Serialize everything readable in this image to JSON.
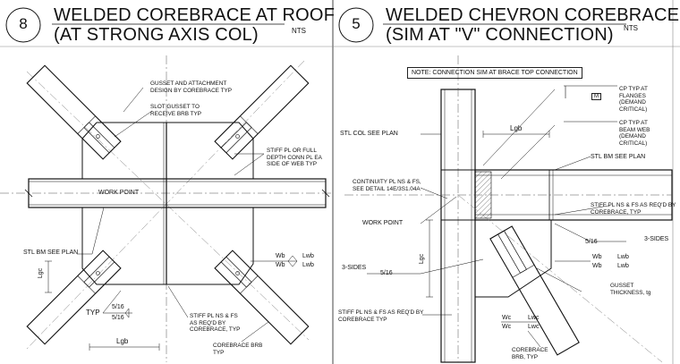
{
  "left": {
    "number": "8",
    "title_line1": "WELDED COREBRACE AT ROOF",
    "title_line2": "(AT STRONG AXIS COL)",
    "scale": "NTS",
    "labels": {
      "gusset_design": "GUSSET AND ATTACHMENT\nDESIGN BY COREBRACE TYP",
      "slot_gusset": "SLOT GUSSET TO\nRECEIVE BRB TYP",
      "stiff_pl": "STIFF PL OR FULL\nDEPTH CONN PL EA\nSIDE OF WEB TYP",
      "work_point": "WORK POINT",
      "stl_bm": "STL BM SEE PLAN",
      "lgc": "Lgc",
      "typ": "TYP",
      "weld_top": "5/16",
      "weld_bottom": "5/16",
      "lgb": "Lgb",
      "stiff_pl_ns": "STIFF PL NS & FS\nAS REQ'D BY\nCOREBRACE, TYP",
      "corebrace_brb": "COREBRACE BRB\nTYP",
      "wb1": "Wb",
      "lwb1": "Lwb",
      "wb2": "Wb",
      "lwb2": "Lwb"
    }
  },
  "right": {
    "number": "5",
    "title_line1": "WELDED CHEVRON COREBRACE",
    "title_line2": "(SIM AT \"V\" CONNECTION)",
    "scale": "NTS",
    "note": "NOTE: CONNECTION SIM AT BRACE TOP CONNECTION",
    "labels": {
      "cp_flanges": "CP TYP AT\nFLANGES\n(DEMAND\nCRITICAL)",
      "m_tag": "M",
      "cp_web": "CP TYP AT\nBEAM WEB\n(DEMAND\nCRITICAL)",
      "lgb": "Lgb",
      "stl_col": "STL COL SEE PLAN",
      "stl_bm": "STL BM SEE PLAN",
      "continuity": "CONTINUITY PL NS & FS,\nSEE DETAIL 14E/3S1.04A",
      "stiff_right": "STIFF PL NS & FS AS REQ'D BY\nCOREBRACE, TYP",
      "work_point": "WORK POINT",
      "weld_516_a": "5/16",
      "three_sides_a": "3-SIDES",
      "lgc": "Lgc",
      "wb1": "Wb",
      "lwb1": "Lwb",
      "wb2": "Wb",
      "lwb2": "Lwb",
      "three_sides_b": "3-SIDES",
      "weld_516_b": "5/16",
      "gusset_thk": "GUSSET\nTHICKNESS, tg",
      "stiff_left": "STIFF PL NS & FS AS REQ'D BY\nCOREBRACE TYP",
      "wc1": "Wc",
      "lwc1": "Lwc",
      "wc2": "Wc",
      "lwc2": "Lwc",
      "corebrace": "COREBRACE\nBRB, TYP"
    }
  }
}
